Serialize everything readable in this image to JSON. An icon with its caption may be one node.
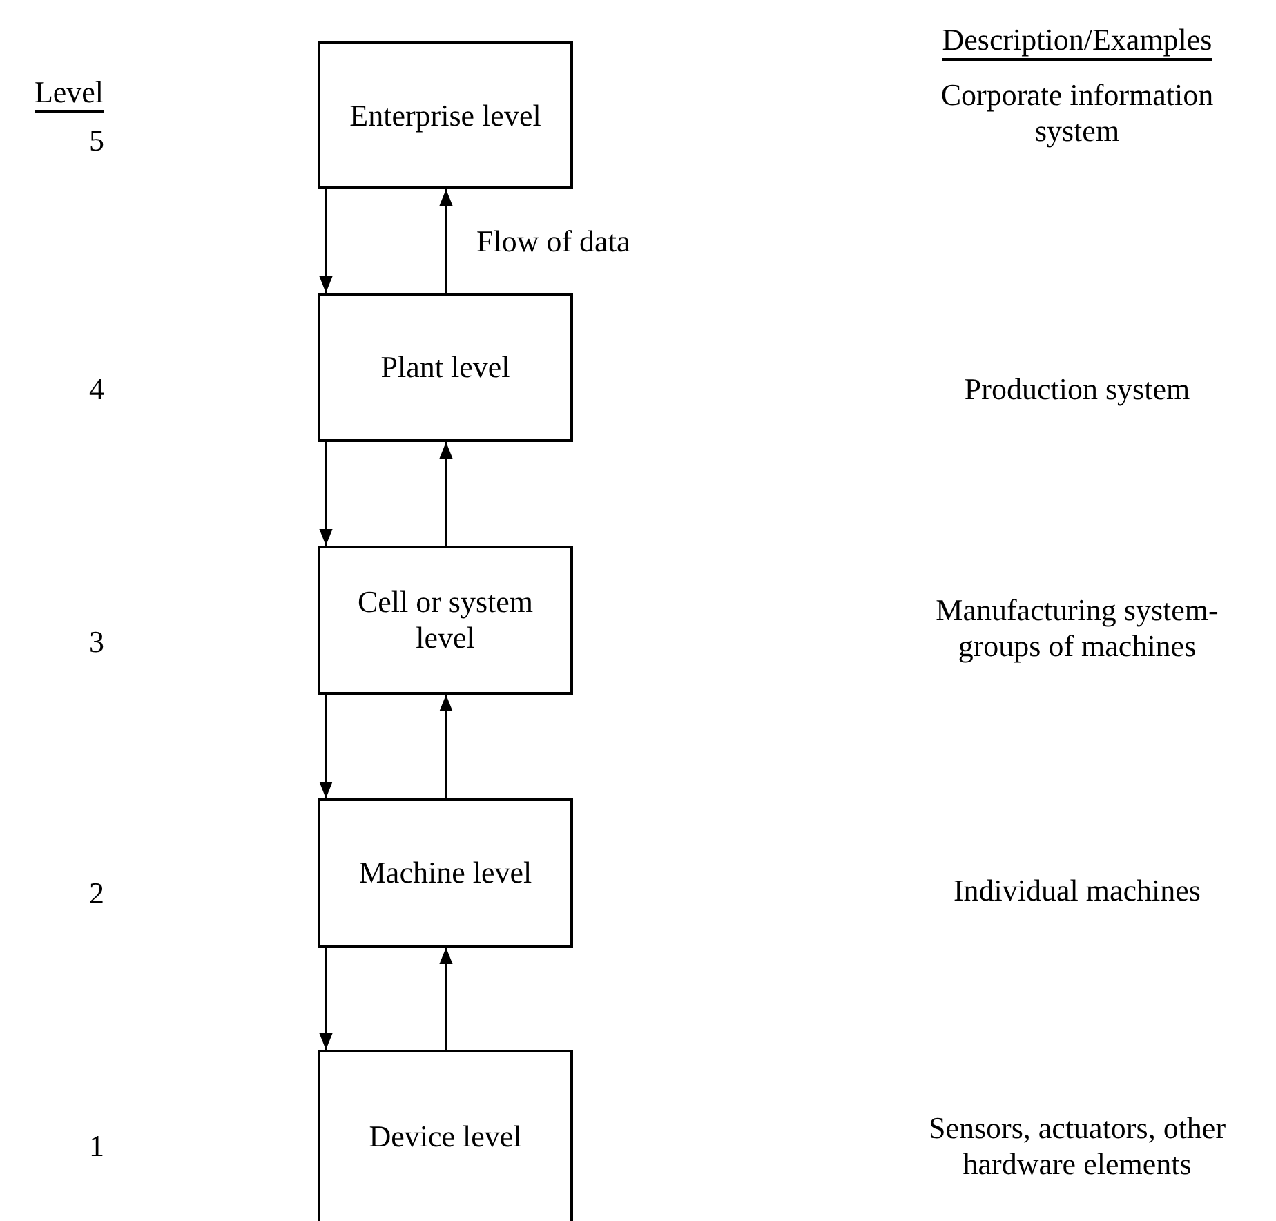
{
  "diagram": {
    "nodes": [
      {
        "text": [
          "Enterprise level"
        ]
      },
      {
        "text": [
          "Plant level"
        ]
      },
      {
        "text": [
          "Cell or system level"
        ]
      },
      {
        "text": [
          "Machine level"
        ]
      },
      {
        "text": [
          "Device level"
        ]
      }
    ],
    "edges": [
      {
        "from": 0,
        "to": 1,
        "arrow": "to"
      },
      {
        "from": 1,
        "to": 0,
        "arrow": "to",
        "label": "Flow of data"
      },
      {
        "from": 1,
        "to": 2,
        "arrow": "to"
      },
      {
        "from": 2,
        "to": 1,
        "arrow": "to"
      },
      {
        "from": 2,
        "to": 3,
        "arrow": "to"
      },
      {
        "from": 3,
        "to": 2,
        "arrow": "to"
      },
      {
        "from": 3,
        "to": 4,
        "arrow": "to"
      },
      {
        "from": 4,
        "to": 3,
        "arrow": "to"
      }
    ],
    "labels": [
      "Level",
      "Description/Examples",
      "5",
      "Corporate information system",
      "4",
      "Production system",
      "3",
      "Manufacturing system- groups of machines",
      "2",
      "Individual machines",
      "1",
      "Sensors, actuators, other hardware elements"
    ]
  }
}
